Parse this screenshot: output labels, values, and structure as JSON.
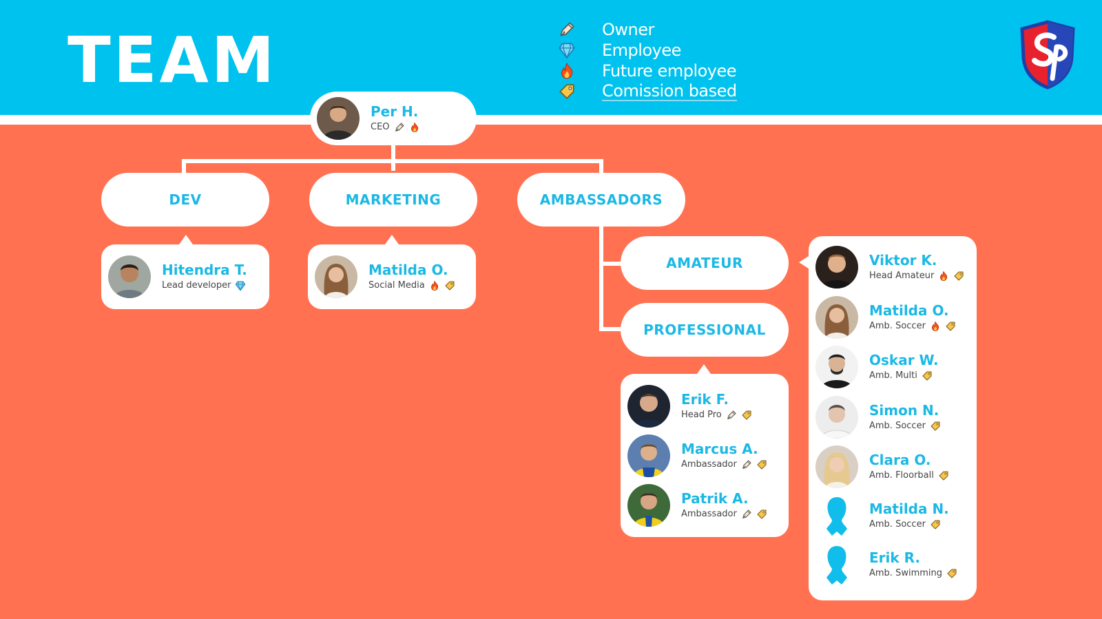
{
  "header": {
    "title": "TEAM"
  },
  "legend": [
    {
      "label": "Owner",
      "icon": "pen-icon"
    },
    {
      "label": "Employee",
      "icon": "diamond-icon"
    },
    {
      "label": "Future employee",
      "icon": "fire-icon"
    },
    {
      "label": "Comission based",
      "icon": "tag-icon"
    }
  ],
  "ceo": {
    "name": "Per H.",
    "role": "CEO",
    "badges": [
      "pen-icon",
      "fire-icon"
    ]
  },
  "departments": [
    {
      "label": "DEV",
      "members": [
        {
          "name": "Hitendra T.",
          "role": "Lead developer",
          "badges": [
            "diamond-icon"
          ]
        }
      ]
    },
    {
      "label": "MARKETING",
      "members": [
        {
          "name": "Matilda O.",
          "role": "Social Media",
          "badges": [
            "fire-icon",
            "tag-icon"
          ]
        }
      ]
    },
    {
      "label": "AMBASSADORS"
    }
  ],
  "ambassador_groups": [
    {
      "label": "AMATEUR",
      "members": [
        {
          "name": "Viktor K.",
          "role": "Head Amateur",
          "badges": [
            "fire-icon",
            "tag-icon"
          ]
        },
        {
          "name": "Matilda O.",
          "role": "Amb. Soccer",
          "badges": [
            "fire-icon",
            "tag-icon"
          ]
        },
        {
          "name": "Oskar W.",
          "role": "Amb. Multi",
          "badges": [
            "tag-icon"
          ]
        },
        {
          "name": "Simon N.",
          "role": "Amb. Soccer",
          "badges": [
            "tag-icon"
          ]
        },
        {
          "name": "Clara O.",
          "role": "Amb. Floorball",
          "badges": [
            "tag-icon"
          ]
        },
        {
          "name": "Matilda N.",
          "role": "Amb. Soccer",
          "badges": [
            "tag-icon"
          ]
        },
        {
          "name": "Erik R.",
          "role": "Amb. Swimming",
          "badges": [
            "tag-icon"
          ]
        }
      ]
    },
    {
      "label": "PROFESSIONAL",
      "members": [
        {
          "name": "Erik F.",
          "role": "Head Pro",
          "badges": [
            "pen-icon",
            "tag-icon"
          ]
        },
        {
          "name": "Marcus A.",
          "role": "Ambassador",
          "badges": [
            "pen-icon",
            "tag-icon"
          ]
        },
        {
          "name": "Patrik A.",
          "role": "Ambassador",
          "badges": [
            "pen-icon",
            "tag-icon"
          ]
        }
      ]
    }
  ],
  "colors": {
    "header_bg": "#00C2EE",
    "body_bg": "#FF7150",
    "accent_text": "#1BB8E6",
    "card_bg": "#FFFFFF"
  }
}
